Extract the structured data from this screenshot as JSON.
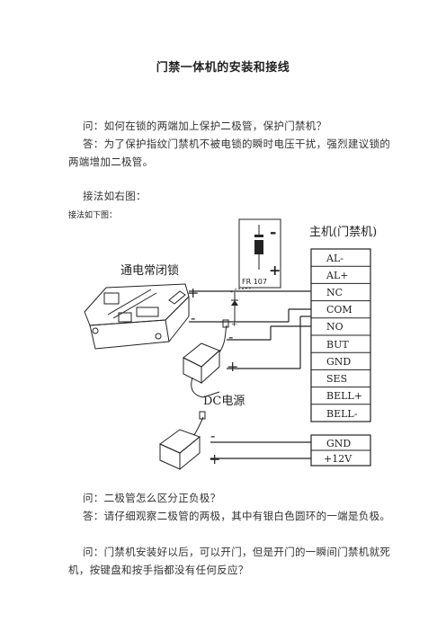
{
  "document": {
    "title": "门禁一体机的安装和接线",
    "q1": "问：如何在锁的两端加上保护二极管，保护门禁机？",
    "a1": "答：为了保护指纹门禁机不被电锁的瞬时电压干扰，强烈建议锁的两端增加二极管。",
    "wiring_intro": "接法如右图：",
    "q2": "问：二极管怎么区分正负极？",
    "a2": "答：请仔细观察二极管的两极，其中有银白色圆环的一端是负极。",
    "q3": "问：门禁机安装好以后，可以开门，但是开门的一瞬间门禁机就死机，按键盘和按手指都没有任何反应？"
  },
  "diagram": {
    "caption": "接法如下图：",
    "controller_label": "主机(门禁机)",
    "lock_label": "通电常闭锁",
    "power_label": "DC电源",
    "diode_label": "FR 107",
    "plus_sign": "+",
    "minus_sign": "-",
    "terminals": [
      "AL-",
      "AL+",
      "NC",
      "COM",
      "NO",
      "BUT",
      "GND",
      "SES",
      "BELL+",
      "BELL-"
    ],
    "power_terminals": [
      "GND",
      "+12V"
    ]
  }
}
